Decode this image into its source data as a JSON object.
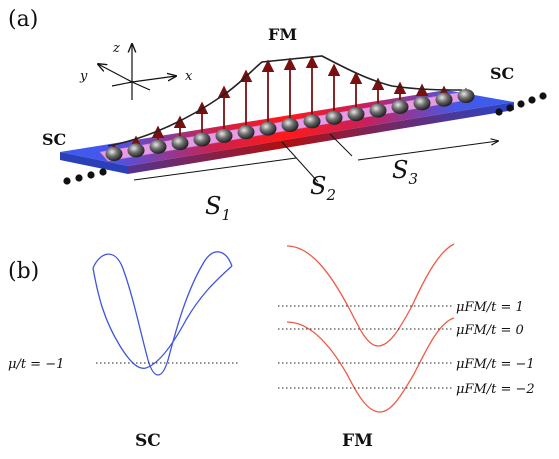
{
  "panel_a": {
    "tag": "(a)",
    "fm_label": "FM",
    "sc_left_label": "SC",
    "sc_right_label": "SC",
    "axis_z": "z",
    "axis_y": "y",
    "axis_x": "x",
    "s1": "S",
    "s1_sub": "1",
    "s2": "S",
    "s2_sub": "2",
    "s3": "S",
    "s3_sub": "3"
  },
  "panel_b": {
    "tag": "(b)",
    "sc_level_label": "μ/t = −1",
    "fm_levels": [
      "μFM/t = 1",
      "μFM/t = 0",
      "μFM/t = −1",
      "μFM/t = −2"
    ],
    "sc_caption": "SC",
    "fm_caption": "FM"
  },
  "colors": {
    "magnet_red": "#ff1a1a",
    "sc_blue": "#3a5cf0",
    "wire_pink": "#e79be6",
    "spin_arrow": "#7a0f0f",
    "sc_band": "#3f55e0",
    "fm_band": "#ef5a45"
  }
}
